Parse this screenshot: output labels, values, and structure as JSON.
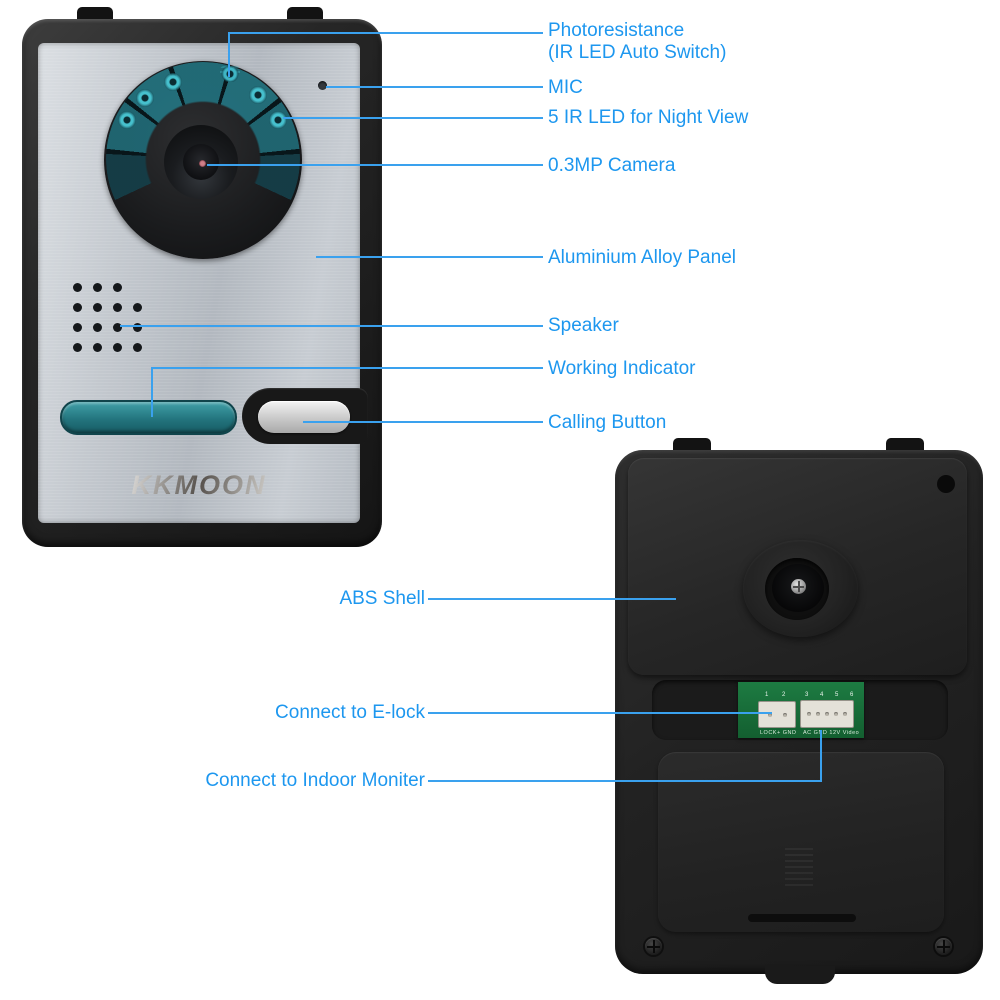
{
  "brand": "KKMOON",
  "labels": {
    "photoresistance_1": "Photoresistance",
    "photoresistance_2": "(IR LED Auto Switch)",
    "mic": "MIC",
    "ir_led": "5 IR LED for Night View",
    "camera": "0.3MP Camera",
    "panel": "Aluminium Alloy Panel",
    "speaker": "Speaker",
    "working_indicator": "Working Indicator",
    "calling_button": "Calling Button",
    "abs_shell": "ABS Shell",
    "e_lock": "Connect to E-lock",
    "indoor_monitor": "Connect to Indoor Moniter"
  },
  "pcb": {
    "pin_numbers_left": "1 2",
    "pin_numbers_right": "3 4 5 6",
    "label_left": "LOCK+ GND",
    "label_right": "AC GND 12V Video"
  },
  "colors": {
    "label_text": "#1d97ef",
    "callout_line": "#3aa1ee",
    "ir_window_teal": "#226e7a",
    "indicator_teal": "#23757e",
    "pcb_green": "#1d7b42",
    "panel_silver": "#c3c8ce",
    "shell_black": "#222222"
  }
}
